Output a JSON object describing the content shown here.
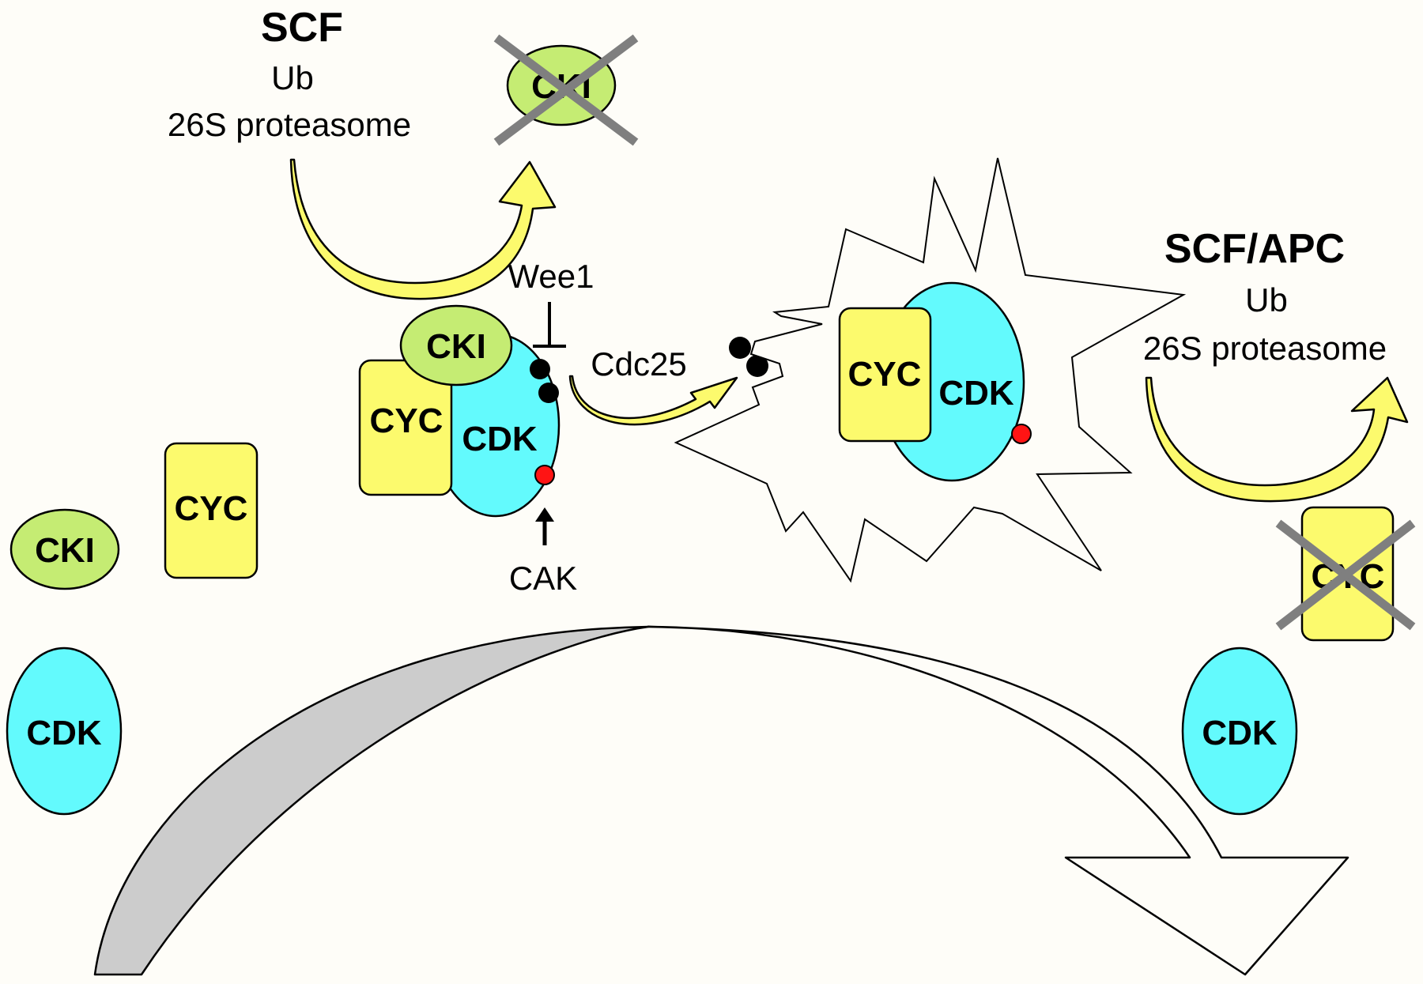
{
  "labels": {
    "scf_top": {
      "title": "SCF",
      "line2": "Ub",
      "line3": "26S proteasome"
    },
    "scf_apc": {
      "title": "SCF/APC",
      "line2": "Ub",
      "line3": "26S proteasome"
    },
    "wee1": "Wee1",
    "cdc25": "Cdc25",
    "cak": "CAK"
  },
  "proteins": {
    "cki": "CKI",
    "cyc": "CYC",
    "cdk": "CDK"
  },
  "colors": {
    "background": "#fefdf8",
    "cki": "#c5ec73",
    "cyc": "#fcfa6d",
    "cdk": "#63fafd",
    "arrow_yellow": "#fcfa6d",
    "phosphate_inhibitory": "#000000",
    "phosphate_activating": "#ff1414",
    "cross": "#7f7f7f",
    "cycle_arrow_shade": "#cccccc"
  }
}
